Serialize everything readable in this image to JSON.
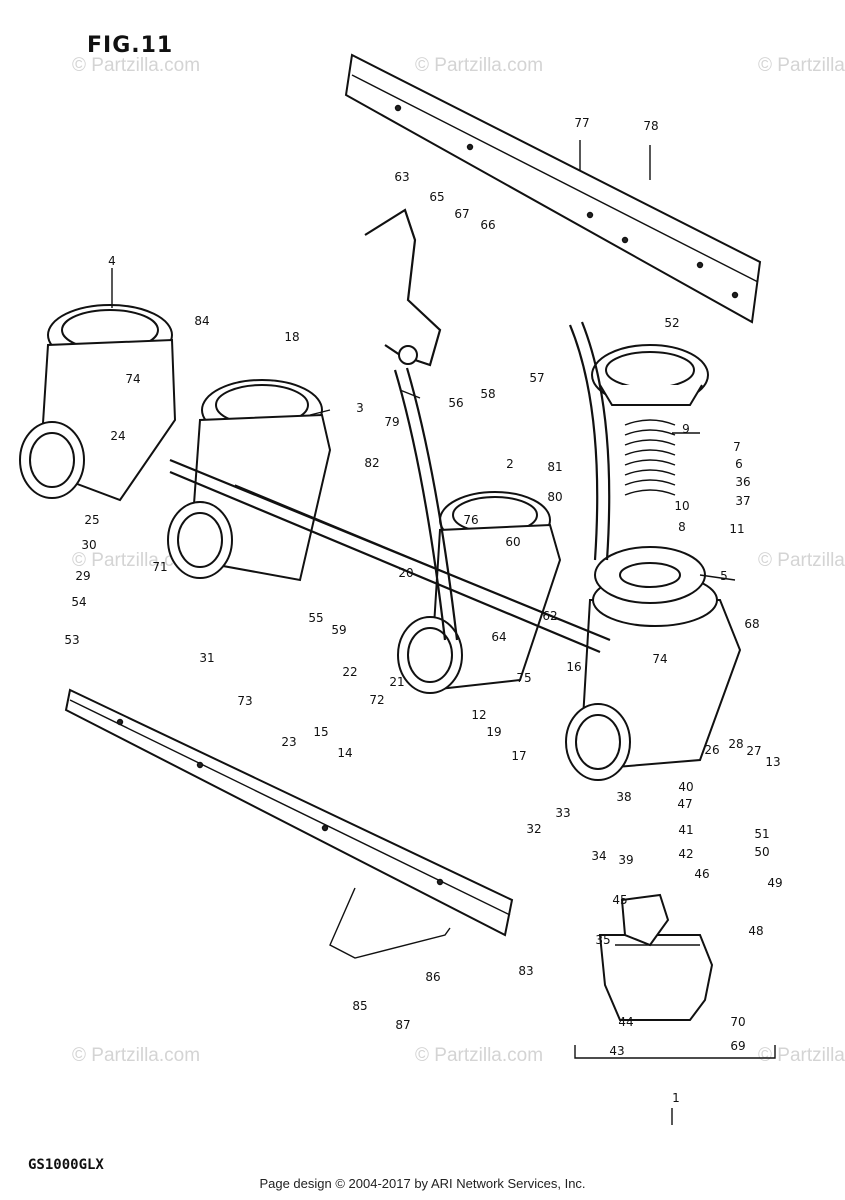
{
  "figure": {
    "title": "FIG.11"
  },
  "model_code": "GS1000GLX",
  "footer": {
    "text": "Page design © 2004-2017 by ARI Network Services, Inc."
  },
  "watermark": {
    "text": "© Partzilla.com"
  },
  "callouts": [
    {
      "id": "4",
      "label": "4"
    },
    {
      "id": "84",
      "label": "84"
    },
    {
      "id": "18",
      "label": "18"
    },
    {
      "id": "74a",
      "label": "74"
    },
    {
      "id": "24",
      "label": "24"
    },
    {
      "id": "25",
      "label": "25"
    },
    {
      "id": "3",
      "label": "3"
    },
    {
      "id": "63",
      "label": "63"
    },
    {
      "id": "65",
      "label": "65"
    },
    {
      "id": "67",
      "label": "67"
    },
    {
      "id": "66",
      "label": "66"
    },
    {
      "id": "77",
      "label": "77"
    },
    {
      "id": "78",
      "label": "78"
    },
    {
      "id": "52",
      "label": "52"
    },
    {
      "id": "79",
      "label": "79"
    },
    {
      "id": "56",
      "label": "56"
    },
    {
      "id": "58",
      "label": "58"
    },
    {
      "id": "57",
      "label": "57"
    },
    {
      "id": "9",
      "label": "9"
    },
    {
      "id": "7",
      "label": "7"
    },
    {
      "id": "6",
      "label": "6"
    },
    {
      "id": "36",
      "label": "36"
    },
    {
      "id": "37",
      "label": "37"
    },
    {
      "id": "81",
      "label": "81"
    },
    {
      "id": "2",
      "label": "2"
    },
    {
      "id": "82",
      "label": "82"
    },
    {
      "id": "80",
      "label": "80"
    },
    {
      "id": "10",
      "label": "10"
    },
    {
      "id": "8",
      "label": "8"
    },
    {
      "id": "11",
      "label": "11"
    },
    {
      "id": "76",
      "label": "76"
    },
    {
      "id": "60",
      "label": "60"
    },
    {
      "id": "5",
      "label": "5"
    },
    {
      "id": "30",
      "label": "30"
    },
    {
      "id": "29",
      "label": "29"
    },
    {
      "id": "71",
      "label": "71"
    },
    {
      "id": "54",
      "label": "54"
    },
    {
      "id": "53",
      "label": "53"
    },
    {
      "id": "20",
      "label": "20"
    },
    {
      "id": "55",
      "label": "55"
    },
    {
      "id": "59",
      "label": "59"
    },
    {
      "id": "31",
      "label": "31"
    },
    {
      "id": "22",
      "label": "22"
    },
    {
      "id": "64",
      "label": "64"
    },
    {
      "id": "62",
      "label": "62"
    },
    {
      "id": "68",
      "label": "68"
    },
    {
      "id": "74b",
      "label": "74"
    },
    {
      "id": "16",
      "label": "16"
    },
    {
      "id": "75",
      "label": "75"
    },
    {
      "id": "73",
      "label": "73"
    },
    {
      "id": "21",
      "label": "21"
    },
    {
      "id": "72",
      "label": "72"
    },
    {
      "id": "12",
      "label": "12"
    },
    {
      "id": "19",
      "label": "19"
    },
    {
      "id": "17",
      "label": "17"
    },
    {
      "id": "23",
      "label": "23"
    },
    {
      "id": "15",
      "label": "15"
    },
    {
      "id": "14",
      "label": "14"
    },
    {
      "id": "26",
      "label": "26"
    },
    {
      "id": "28",
      "label": "28"
    },
    {
      "id": "27",
      "label": "27"
    },
    {
      "id": "13",
      "label": "13"
    },
    {
      "id": "40",
      "label": "40"
    },
    {
      "id": "38",
      "label": "38"
    },
    {
      "id": "47",
      "label": "47"
    },
    {
      "id": "32",
      "label": "32"
    },
    {
      "id": "33",
      "label": "33"
    },
    {
      "id": "41",
      "label": "41"
    },
    {
      "id": "51",
      "label": "51"
    },
    {
      "id": "34",
      "label": "34"
    },
    {
      "id": "39",
      "label": "39"
    },
    {
      "id": "42",
      "label": "42"
    },
    {
      "id": "50",
      "label": "50"
    },
    {
      "id": "46",
      "label": "46"
    },
    {
      "id": "49",
      "label": "49"
    },
    {
      "id": "45",
      "label": "45"
    },
    {
      "id": "48",
      "label": "48"
    },
    {
      "id": "35",
      "label": "35"
    },
    {
      "id": "86",
      "label": "86"
    },
    {
      "id": "83",
      "label": "83"
    },
    {
      "id": "85",
      "label": "85"
    },
    {
      "id": "87",
      "label": "87"
    },
    {
      "id": "44",
      "label": "44"
    },
    {
      "id": "70",
      "label": "70"
    },
    {
      "id": "43",
      "label": "43"
    },
    {
      "id": "69",
      "label": "69"
    },
    {
      "id": "1",
      "label": "1"
    }
  ]
}
